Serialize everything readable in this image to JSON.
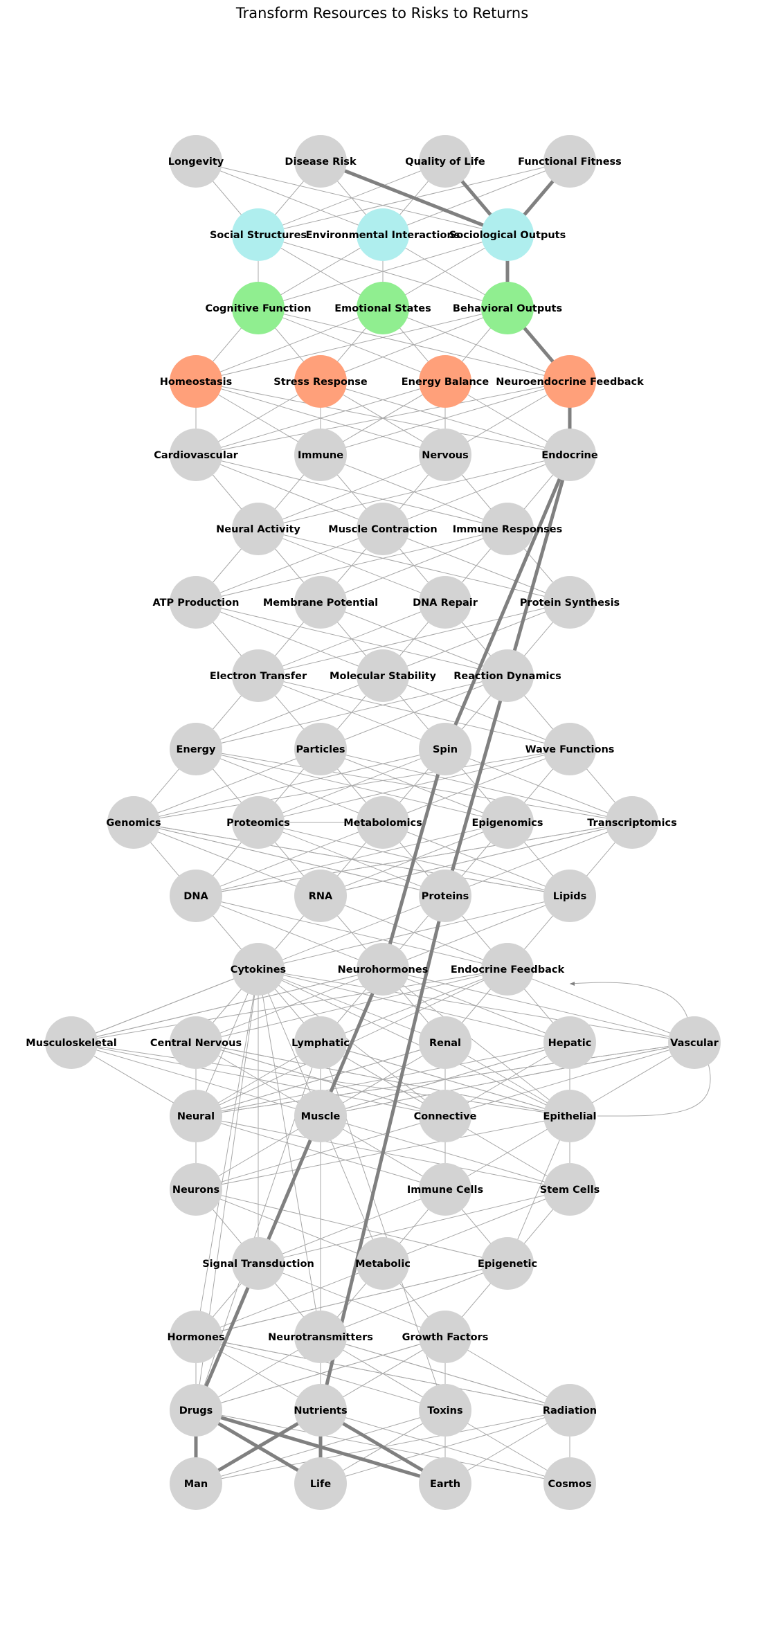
{
  "title": "Transform Resources to Risks to Returns",
  "colors": {
    "default": "#d3d3d3",
    "risk": "#ffa07a",
    "behavior": "#90ee90",
    "social": "#afeeee",
    "edge": "#a8a8a8",
    "edge_bold": "#808080"
  },
  "nodes": [
    {
      "id": "man",
      "label": "Man",
      "color": "default"
    },
    {
      "id": "life",
      "label": "Life",
      "color": "default"
    },
    {
      "id": "earth",
      "label": "Earth",
      "color": "default"
    },
    {
      "id": "cosmos",
      "label": "Cosmos",
      "color": "default"
    },
    {
      "id": "drugs",
      "label": "Drugs",
      "color": "default"
    },
    {
      "id": "nutrients",
      "label": "Nutrients",
      "color": "default"
    },
    {
      "id": "toxins",
      "label": "Toxins",
      "color": "default"
    },
    {
      "id": "radiation",
      "label": "Radiation",
      "color": "default"
    },
    {
      "id": "hormones",
      "label": "Hormones",
      "color": "default"
    },
    {
      "id": "neurotransmitters",
      "label": "Neurotransmitters",
      "color": "default"
    },
    {
      "id": "growth_factors",
      "label": "Growth Factors",
      "color": "default"
    },
    {
      "id": "signal_transduction",
      "label": "Signal Transduction",
      "color": "default"
    },
    {
      "id": "metabolic",
      "label": "Metabolic",
      "color": "default"
    },
    {
      "id": "epigenetic",
      "label": "Epigenetic",
      "color": "default"
    },
    {
      "id": "neurons",
      "label": "Neurons",
      "color": "default"
    },
    {
      "id": "immune_cells",
      "label": "Immune Cells",
      "color": "default"
    },
    {
      "id": "stem_cells",
      "label": "Stem Cells",
      "color": "default"
    },
    {
      "id": "neural",
      "label": "Neural",
      "color": "default"
    },
    {
      "id": "muscle",
      "label": "Muscle",
      "color": "default"
    },
    {
      "id": "connective",
      "label": "Connective",
      "color": "default"
    },
    {
      "id": "epithelial",
      "label": "Epithelial",
      "color": "default"
    },
    {
      "id": "musculoskeletal",
      "label": "Musculoskeletal",
      "color": "default"
    },
    {
      "id": "central_nervous",
      "label": "Central Nervous",
      "color": "default"
    },
    {
      "id": "lymphatic",
      "label": "Lymphatic",
      "color": "default"
    },
    {
      "id": "renal",
      "label": "Renal",
      "color": "default"
    },
    {
      "id": "hepatic",
      "label": "Hepatic",
      "color": "default"
    },
    {
      "id": "vascular",
      "label": "Vascular",
      "color": "default"
    },
    {
      "id": "cytokines",
      "label": "Cytokines",
      "color": "default"
    },
    {
      "id": "neurohormones",
      "label": "Neurohormones",
      "color": "default"
    },
    {
      "id": "endocrine_feedback",
      "label": "Endocrine Feedback",
      "color": "default"
    },
    {
      "id": "dna",
      "label": "DNA",
      "color": "default"
    },
    {
      "id": "rna",
      "label": "RNA",
      "color": "default"
    },
    {
      "id": "proteins",
      "label": "Proteins",
      "color": "default"
    },
    {
      "id": "lipids",
      "label": "Lipids",
      "color": "default"
    },
    {
      "id": "genomics",
      "label": "Genomics",
      "color": "default"
    },
    {
      "id": "proteomics",
      "label": "Proteomics",
      "color": "default"
    },
    {
      "id": "metabolomics",
      "label": "Metabolomics",
      "color": "default"
    },
    {
      "id": "epigenomics",
      "label": "Epigenomics",
      "color": "default"
    },
    {
      "id": "transcriptomics",
      "label": "Transcriptomics",
      "color": "default"
    },
    {
      "id": "energy",
      "label": "Energy",
      "color": "default"
    },
    {
      "id": "particles",
      "label": "Particles",
      "color": "default"
    },
    {
      "id": "spin",
      "label": "Spin",
      "color": "default"
    },
    {
      "id": "wave_functions",
      "label": "Wave Functions",
      "color": "default"
    },
    {
      "id": "electron_transfer",
      "label": "Electron Transfer",
      "color": "default"
    },
    {
      "id": "molecular_stability",
      "label": "Molecular Stability",
      "color": "default"
    },
    {
      "id": "reaction_dynamics",
      "label": "Reaction Dynamics",
      "color": "default"
    },
    {
      "id": "atp_production",
      "label": "ATP Production",
      "color": "default"
    },
    {
      "id": "membrane_potential",
      "label": "Membrane Potential",
      "color": "default"
    },
    {
      "id": "dna_repair",
      "label": "DNA Repair",
      "color": "default"
    },
    {
      "id": "protein_synthesis",
      "label": "Protein Synthesis",
      "color": "default"
    },
    {
      "id": "neural_activity",
      "label": "Neural Activity",
      "color": "default"
    },
    {
      "id": "muscle_contraction",
      "label": "Muscle Contraction",
      "color": "default"
    },
    {
      "id": "immune_responses",
      "label": "Immune Responses",
      "color": "default"
    },
    {
      "id": "cardiovascular",
      "label": "Cardiovascular",
      "color": "default"
    },
    {
      "id": "immune",
      "label": "Immune",
      "color": "default"
    },
    {
      "id": "nervous",
      "label": "Nervous",
      "color": "default"
    },
    {
      "id": "endocrine",
      "label": "Endocrine",
      "color": "default"
    },
    {
      "id": "homeostasis",
      "label": "Homeostasis",
      "color": "risk"
    },
    {
      "id": "stress_response",
      "label": "Stress Response",
      "color": "risk"
    },
    {
      "id": "energy_balance",
      "label": "Energy Balance",
      "color": "risk"
    },
    {
      "id": "neuroendocrine_feedback",
      "label": "Neuroendocrine Feedback",
      "color": "risk"
    },
    {
      "id": "cognitive_function",
      "label": "Cognitive Function",
      "color": "behavior"
    },
    {
      "id": "emotional_states",
      "label": "Emotional States",
      "color": "behavior"
    },
    {
      "id": "behavioral_outputs",
      "label": "Behavioral Outputs",
      "color": "behavior"
    },
    {
      "id": "social_structures",
      "label": "Social Structures",
      "color": "social"
    },
    {
      "id": "environmental_interactions",
      "label": "Environmental Interactions",
      "color": "social"
    },
    {
      "id": "sociological_outputs",
      "label": "Sociological Outputs",
      "color": "social"
    },
    {
      "id": "longevity",
      "label": "Longevity",
      "color": "default"
    },
    {
      "id": "disease_risk",
      "label": "Disease Risk",
      "color": "default"
    },
    {
      "id": "quality_of_life",
      "label": "Quality of Life",
      "color": "default"
    },
    {
      "id": "functional_fitness",
      "label": "Functional Fitness",
      "color": "default"
    }
  ],
  "bold_edges": [
    [
      "man",
      "drugs"
    ],
    [
      "man",
      "nutrients"
    ],
    [
      "life",
      "drugs"
    ],
    [
      "life",
      "nutrients"
    ],
    [
      "earth",
      "drugs"
    ],
    [
      "earth",
      "nutrients"
    ],
    [
      "drugs",
      "signal_transduction"
    ],
    [
      "signal_transduction",
      "muscle"
    ],
    [
      "muscle",
      "neurohormones"
    ],
    [
      "neurohormones",
      "spin"
    ],
    [
      "spin",
      "endocrine"
    ],
    [
      "nutrients",
      "proteins"
    ],
    [
      "proteins",
      "reaction_dynamics"
    ],
    [
      "reaction_dynamics",
      "endocrine"
    ],
    [
      "endocrine",
      "neuroendocrine_feedback"
    ],
    [
      "neuroendocrine_feedback",
      "behavioral_outputs"
    ],
    [
      "behavioral_outputs",
      "sociological_outputs"
    ],
    [
      "sociological_outputs",
      "disease_risk"
    ],
    [
      "sociological_outputs",
      "quality_of_life"
    ],
    [
      "sociological_outputs",
      "functional_fitness"
    ]
  ]
}
